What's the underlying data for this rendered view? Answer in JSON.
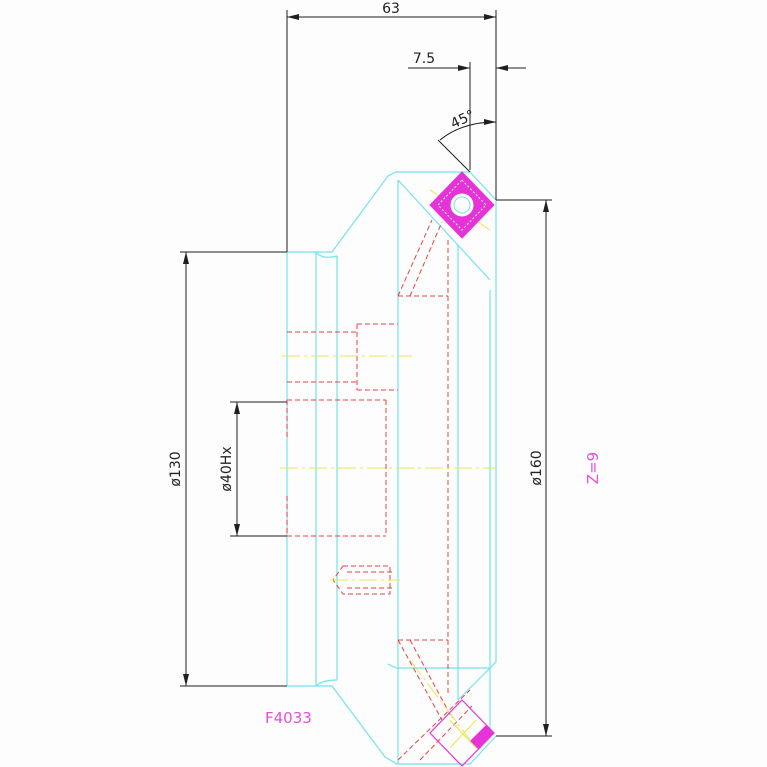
{
  "dimensions": {
    "width_63": "63",
    "offset_7_5": "7.5",
    "angle_45": "45°",
    "dia_130": "ø130",
    "dia_40hx": "ø40Hx",
    "dia_160": "ø160"
  },
  "notes": {
    "part_id": "F4033",
    "teeth": "Z=9"
  },
  "colors": {
    "outline": "#74e3ee",
    "hidden": "#e8433f",
    "center": "#e9e650",
    "dimension": "#202020",
    "cutter": "#e633d8",
    "note": "#e64fd9"
  }
}
